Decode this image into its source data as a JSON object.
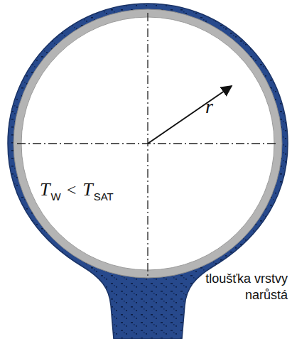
{
  "diagram": {
    "labels": [
      "r",
      "T",
      "W",
      "<",
      "T",
      "SAT",
      "tloušťka vrstvy narůstá"
    ]
  }
}
